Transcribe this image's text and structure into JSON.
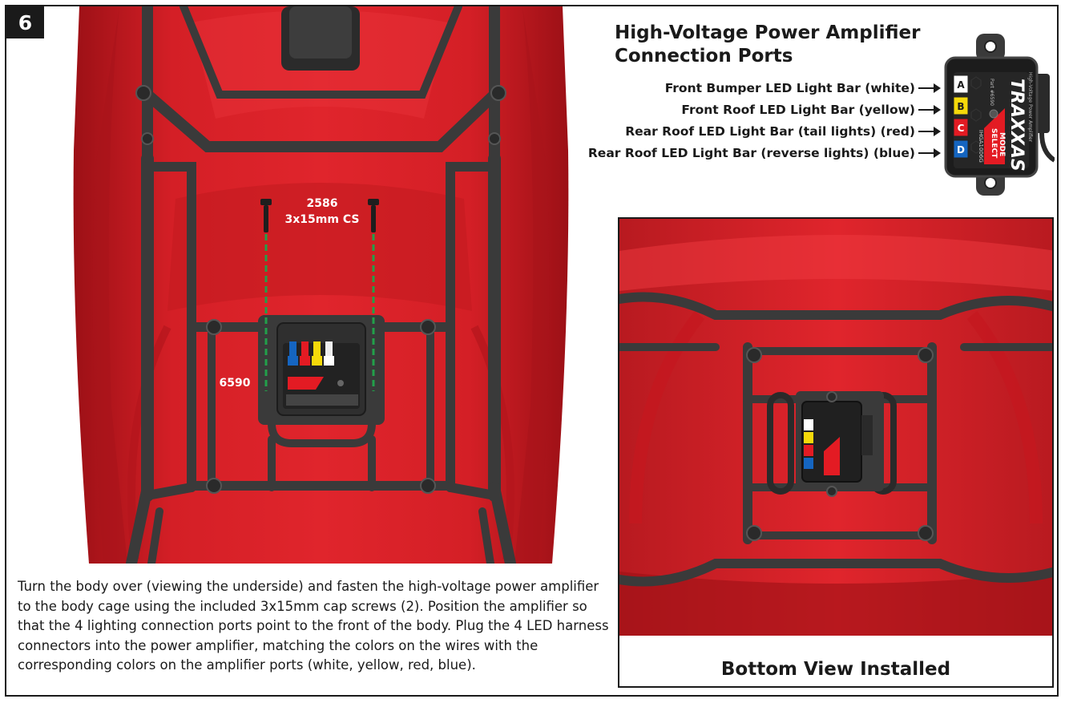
{
  "step_number": "6",
  "main_view": {
    "screw_part_number": "2586",
    "screw_spec": "3x15mm CS",
    "amp_part_number": "6590"
  },
  "amplifier": {
    "title_line1": "High-Voltage Power Amplifier",
    "title_line2": "Connection Ports",
    "ports": [
      {
        "letter": "A",
        "label": "Front Bumper LED Light Bar (white)",
        "color": "#ffffff"
      },
      {
        "letter": "B",
        "label": "Front Roof LED Light Bar (yellow)",
        "color": "#f5d90a"
      },
      {
        "letter": "C",
        "label": "Rear Roof LED Light Bar (tail lights) (red)",
        "color": "#e31b23"
      },
      {
        "letter": "D",
        "label": "Rear Roof LED Light Bar (reverse lights) (blue)",
        "color": "#1565c0"
      }
    ],
    "brand_text": "TRAXXAS",
    "product_text": "High-Voltage Power Amplifier",
    "part_text": "Part #6590",
    "mode_line1": "MODE",
    "mode_line2": "SELECT",
    "model_code": "IHGA1006G"
  },
  "inset": {
    "caption": "Bottom View Installed"
  },
  "instructions": "Turn the body over (viewing the underside) and fasten the high-voltage power amplifier to the body cage using the included 3x15mm cap screws (2). Position the amplifier so that the 4 lighting connection ports point to the front of the body. Plug the 4 LED harness connectors into the power amplifier, matching the colors on the wires with the corresponding colors on the amplifier ports (white, yellow, red, blue).",
  "colors": {
    "body_red": "#d41f26",
    "body_dark": "#8f0f14",
    "cage": "#3a3a3a",
    "guide_green": "#22a04a"
  }
}
